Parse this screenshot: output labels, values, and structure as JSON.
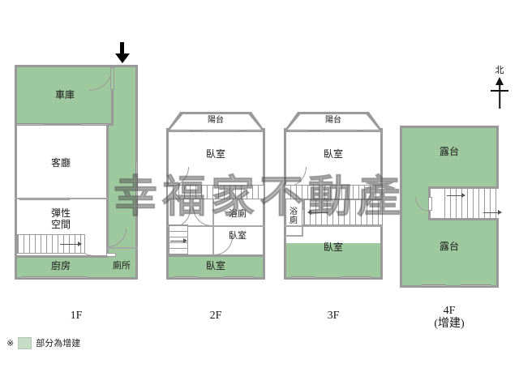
{
  "document": {
    "type": "floor-plan",
    "watermark": "幸福家不動產",
    "background_color": "#ffffff",
    "extension_color": "#9ec99e",
    "wall_color": "#9a9a9a"
  },
  "compass": {
    "label": "北"
  },
  "legend": {
    "mark": "※",
    "text": "部分為增建",
    "swatch_color": "#c7dcc7"
  },
  "entrance": {
    "marker": "arrow-down"
  },
  "floors": [
    {
      "id": "1F",
      "label": "1F",
      "sublabel": "",
      "rooms": [
        {
          "key": "garage",
          "label": "車庫",
          "extension": true
        },
        {
          "key": "living",
          "label": "客廳",
          "extension": false
        },
        {
          "key": "flexible",
          "label": "彈性\n空間",
          "extension": false
        },
        {
          "key": "kitchen",
          "label": "廚房",
          "extension": true
        },
        {
          "key": "toilet",
          "label": "廁所",
          "extension": true
        },
        {
          "key": "corridor",
          "label": "",
          "extension": true
        }
      ]
    },
    {
      "id": "2F",
      "label": "2F",
      "sublabel": "",
      "rooms": [
        {
          "key": "balcony",
          "label": "陽台",
          "extension": false
        },
        {
          "key": "bedroom1",
          "label": "臥室",
          "extension": false
        },
        {
          "key": "bathroom",
          "label": "浴廁",
          "extension": false
        },
        {
          "key": "bedroom2",
          "label": "臥室",
          "extension": false
        },
        {
          "key": "bedroom3",
          "label": "臥室",
          "extension": true
        }
      ]
    },
    {
      "id": "3F",
      "label": "3F",
      "sublabel": "",
      "rooms": [
        {
          "key": "balcony",
          "label": "陽台",
          "extension": false
        },
        {
          "key": "bedroom1",
          "label": "臥室",
          "extension": false
        },
        {
          "key": "bathroom",
          "label": "浴\n廁",
          "extension": false
        },
        {
          "key": "bedroom2",
          "label": "臥室",
          "extension": true
        }
      ]
    },
    {
      "id": "4F",
      "label": "4F",
      "sublabel": "(增建)",
      "rooms": [
        {
          "key": "terrace_upper",
          "label": "露台",
          "extension": true
        },
        {
          "key": "terrace_lower",
          "label": "露台",
          "extension": true
        }
      ]
    }
  ]
}
